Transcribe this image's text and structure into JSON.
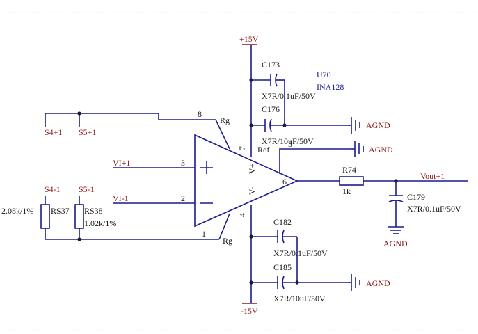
{
  "colors": {
    "wire": "#1b1b8f",
    "power_wire": "#8b1a1a",
    "net_label": "#8b1a1a",
    "component_label": "#1b1b8f",
    "background": "#ffffff",
    "grid_line": "#cccccc"
  },
  "power": {
    "vpos": "+15V",
    "vneg": "-15V",
    "agnd": "AGND"
  },
  "opamp": {
    "designator": "U70",
    "part": "INA128",
    "pin_rg_top": "8",
    "pin_rg_bottom": "1",
    "pin_vpos": "7",
    "pin_vneg": "4",
    "pin_ref": "5",
    "pin_in_plus": "3",
    "pin_in_minus": "2",
    "pin_out": "6",
    "label_rg": "Rg",
    "label_ref": "Ref",
    "label_vplus": "V+",
    "label_vminus": "V-",
    "symbol_plus": "+",
    "symbol_minus": "−"
  },
  "nets": {
    "s4_plus": "S4+1",
    "s5_plus": "S5+1",
    "s4_minus": "S4-1",
    "s5_minus": "S5-1",
    "vi_plus": "VI+1",
    "vi_minus": "VI-1",
    "vout": "Vout+1"
  },
  "capacitors": {
    "c173": {
      "ref": "C173",
      "value": "X7R/0.1uF/50V"
    },
    "c176": {
      "ref": "C176",
      "value": "X7R/10uF/50V"
    },
    "c182": {
      "ref": "C182",
      "value": "X7R/0.1uF/50V"
    },
    "c185": {
      "ref": "C185",
      "value": "X7R/10uF/50V"
    },
    "c179": {
      "ref": "C179",
      "value": "X7R/0.1uF/50V"
    }
  },
  "resistors": {
    "rs37": {
      "ref": "RS37",
      "value": "2.08k/1%"
    },
    "rs38": {
      "ref": "RS38",
      "value": "1.02k/1%"
    },
    "r74": {
      "ref": "R74",
      "value": "1k"
    }
  }
}
